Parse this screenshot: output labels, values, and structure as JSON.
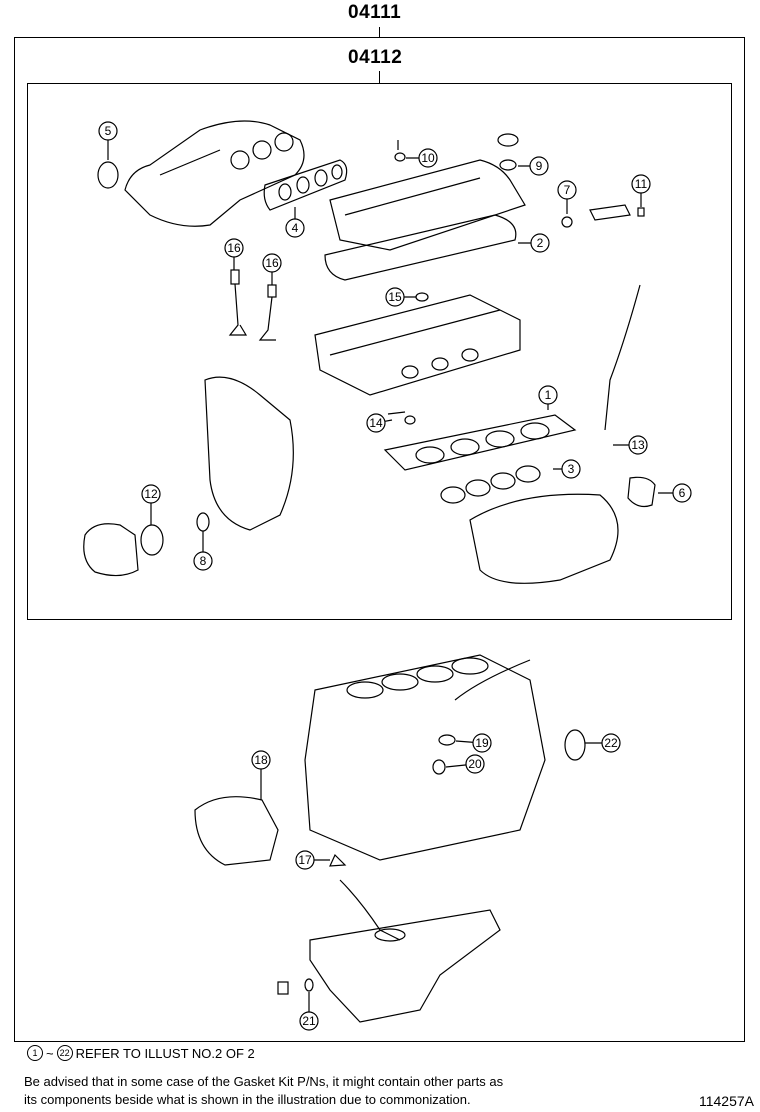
{
  "kits": {
    "outer_code": "04111",
    "inner_code": "04112"
  },
  "callouts": [
    "1",
    "2",
    "3",
    "4",
    "5",
    "6",
    "7",
    "8",
    "9",
    "10",
    "11",
    "12",
    "13",
    "14",
    "15",
    "16",
    "16",
    "17",
    "18",
    "19",
    "20",
    "21",
    "22"
  ],
  "notes": {
    "refer_start": "1",
    "refer_tilde": "~",
    "refer_end": "22",
    "refer_text": "REFER TO ILLUST NO.2 OF 2",
    "advice_line1": "Be advised that in some case of the Gasket Kit P/Ns,  it might contain other parts as",
    "advice_line2": "its components beside what is shown in the illustration due to commonization."
  },
  "figure_code": "114257A"
}
